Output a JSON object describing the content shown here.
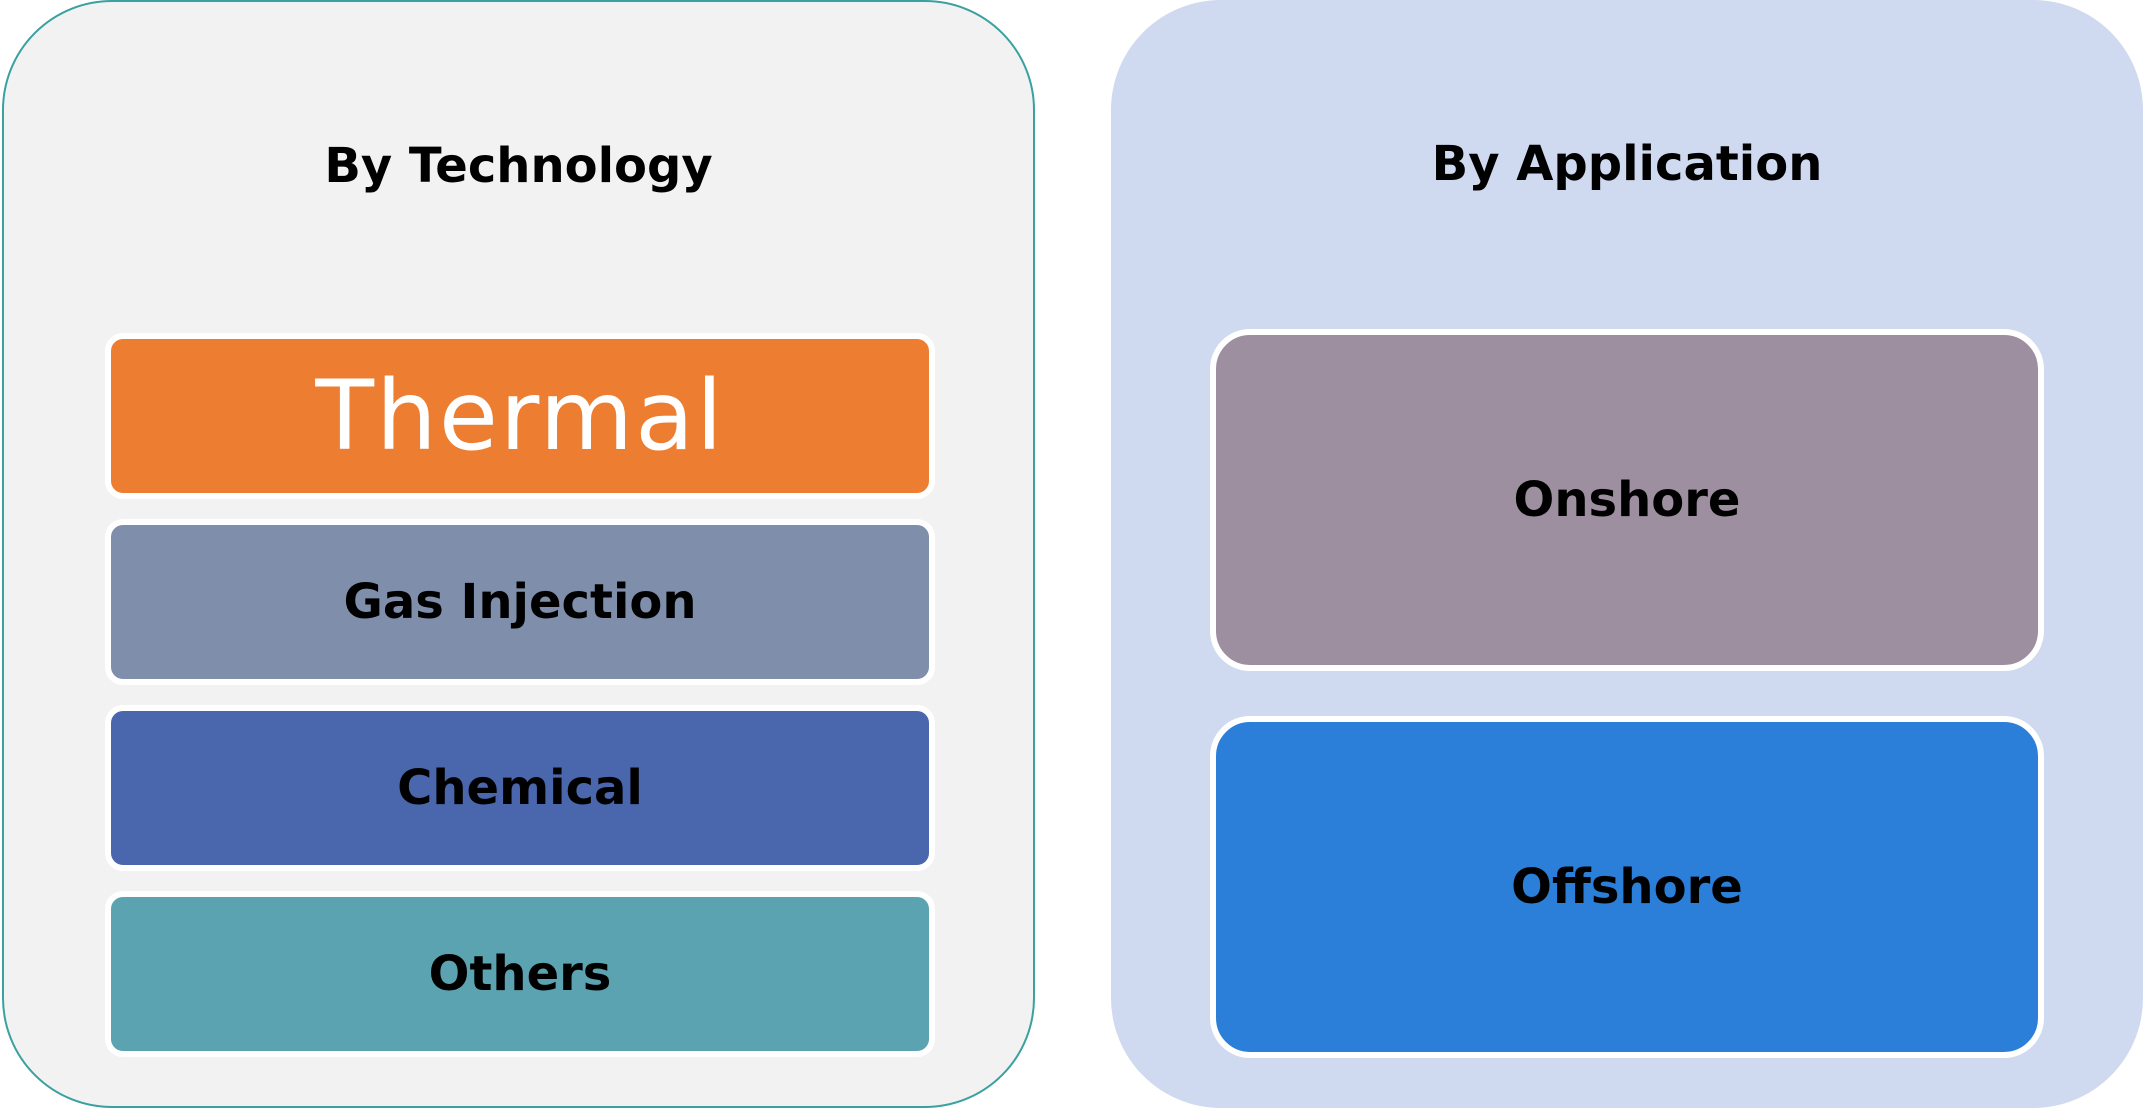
{
  "by_technology": {
    "title": "By Technology",
    "items": [
      {
        "label": "Thermal",
        "color": "#ed7d31"
      },
      {
        "label": "Gas Injection",
        "color": "#7f8fab"
      },
      {
        "label": "Chemical",
        "color": "#4a67ae"
      },
      {
        "label": "Others",
        "color": "#5ba3b0"
      }
    ]
  },
  "by_application": {
    "title": "By Application",
    "items": [
      {
        "label": "Onshore",
        "color": "#9e8fa0"
      },
      {
        "label": "Offshore",
        "color": "#2b7fd8"
      }
    ]
  }
}
